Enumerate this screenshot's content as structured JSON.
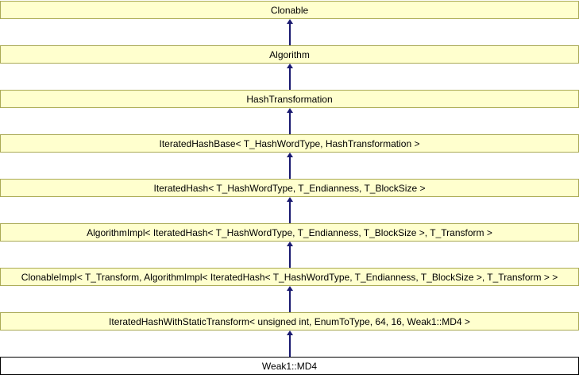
{
  "diagram": {
    "type": "class-inheritance-diagram",
    "direction": "derived-at-bottom-arrows-point-up",
    "colors": {
      "node_fill": "#FFFFCE",
      "node_border": "#AAAA55",
      "current_node_fill": "#FFFFFF",
      "current_node_border": "#000000",
      "arrow": "#191970",
      "text": "#000000",
      "background": "#FFFFFF"
    },
    "nodes": [
      {
        "label": "Clonable"
      },
      {
        "label": "Algorithm"
      },
      {
        "label": "HashTransformation"
      },
      {
        "label": "IteratedHashBase< T_HashWordType, HashTransformation >"
      },
      {
        "label": "IteratedHash< T_HashWordType, T_Endianness, T_BlockSize >"
      },
      {
        "label": "AlgorithmImpl< IteratedHash< T_HashWordType, T_Endianness, T_BlockSize >, T_Transform >"
      },
      {
        "label": "ClonableImpl< T_Transform, AlgorithmImpl< IteratedHash< T_HashWordType, T_Endianness, T_BlockSize >, T_Transform > >"
      },
      {
        "label": "IteratedHashWithStaticTransform< unsigned int, EnumToType, 64, 16, Weak1::MD4 >"
      },
      {
        "label": "Weak1::MD4",
        "current": true
      }
    ],
    "edges": [
      {
        "from": "Algorithm",
        "to": "Clonable"
      },
      {
        "from": "HashTransformation",
        "to": "Algorithm"
      },
      {
        "from": "IteratedHashBase< T_HashWordType, HashTransformation >",
        "to": "HashTransformation"
      },
      {
        "from": "IteratedHash< T_HashWordType, T_Endianness, T_BlockSize >",
        "to": "IteratedHashBase< T_HashWordType, HashTransformation >"
      },
      {
        "from": "AlgorithmImpl< IteratedHash< T_HashWordType, T_Endianness, T_BlockSize >, T_Transform >",
        "to": "IteratedHash< T_HashWordType, T_Endianness, T_BlockSize >"
      },
      {
        "from": "ClonableImpl< T_Transform, AlgorithmImpl< IteratedHash< T_HashWordType, T_Endianness, T_BlockSize >, T_Transform > >",
        "to": "AlgorithmImpl< IteratedHash< T_HashWordType, T_Endianness, T_BlockSize >, T_Transform >"
      },
      {
        "from": "IteratedHashWithStaticTransform< unsigned int, EnumToType, 64, 16, Weak1::MD4 >",
        "to": "ClonableImpl< T_Transform, AlgorithmImpl< IteratedHash< T_HashWordType, T_Endianness, T_BlockSize >, T_Transform > >"
      },
      {
        "from": "Weak1::MD4",
        "to": "IteratedHashWithStaticTransform< unsigned int, EnumToType, 64, 16, Weak1::MD4 >"
      }
    ]
  }
}
